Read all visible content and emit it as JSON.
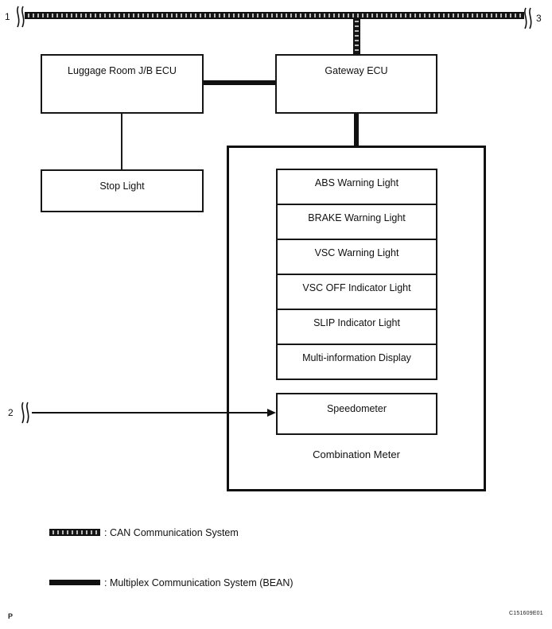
{
  "diagram": {
    "bus": {
      "left_label": "1",
      "right_label": "3"
    },
    "arrow": {
      "label": "2"
    },
    "boxes": {
      "luggage": "Luggage Room J/B ECU",
      "gateway": "Gateway ECU",
      "stop_light": "Stop Light",
      "speedometer": "Speedometer",
      "combination_meter": "Combination Meter"
    },
    "meter_items": [
      "ABS Warning Light",
      "BRAKE Warning Light",
      "VSC Warning Light",
      "VSC OFF Indicator Light",
      "SLIP Indicator Light",
      "Multi-information Display"
    ],
    "legend": {
      "can": ": CAN Communication System",
      "bean": ": Multiplex Communication System (BEAN)"
    },
    "footer": {
      "page_marker": "P",
      "figure_code": "C151609E01"
    },
    "colors": {
      "line": "#111111",
      "background": "#ffffff"
    }
  }
}
